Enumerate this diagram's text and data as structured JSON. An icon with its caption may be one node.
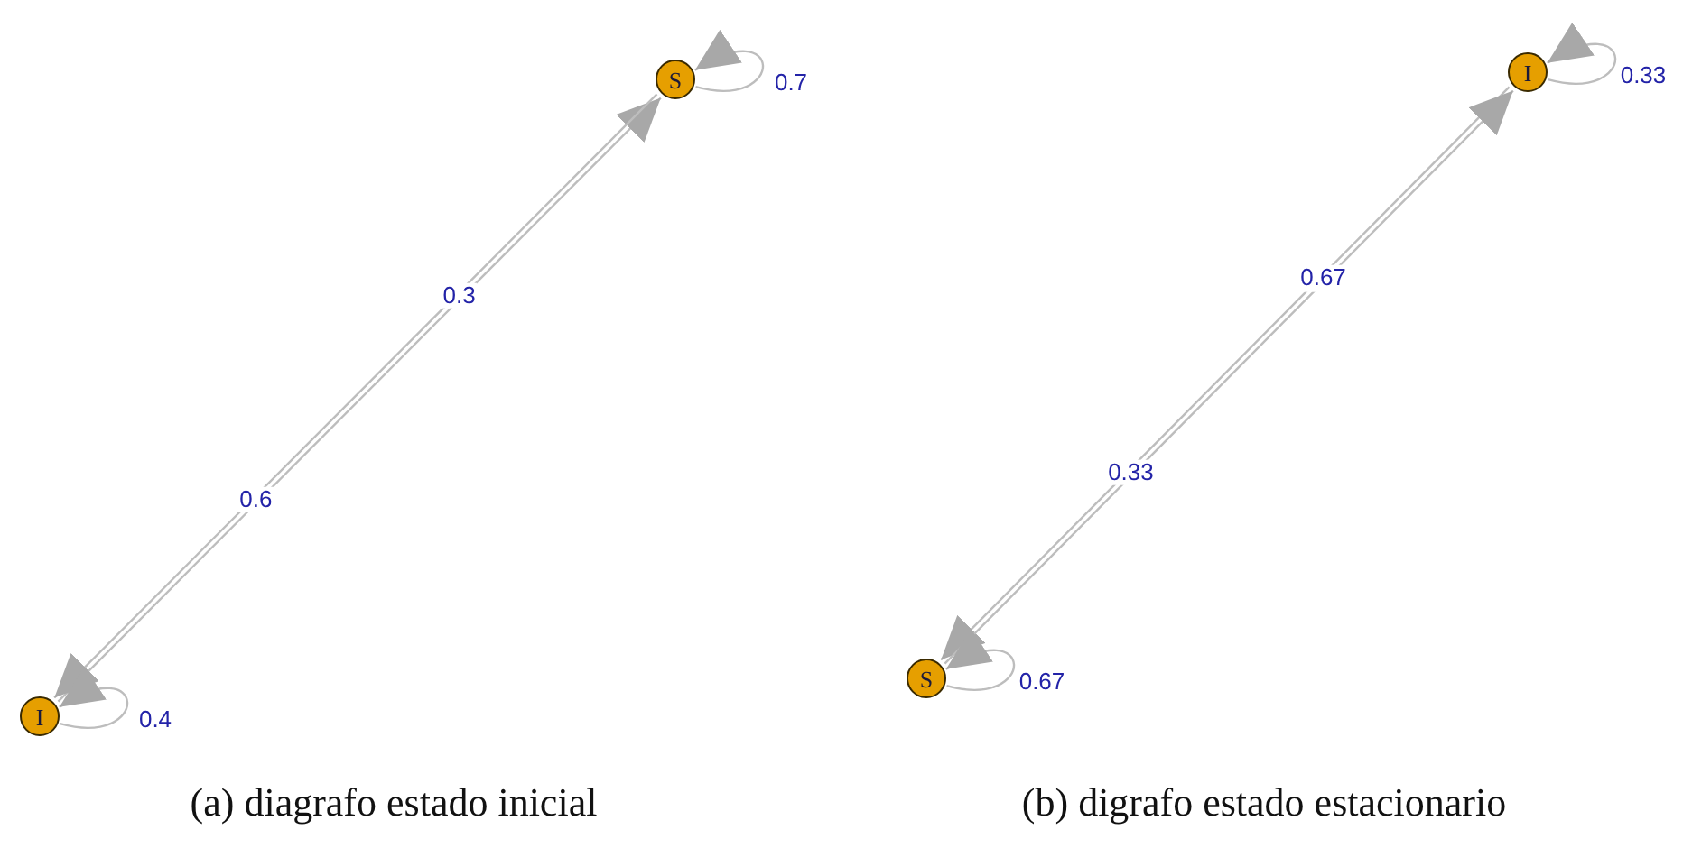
{
  "diagram": {
    "nodes": [
      {
        "text": [
          "S"
        ]
      },
      {
        "text": [
          "I"
        ]
      },
      {
        "text": [
          "I"
        ]
      },
      {
        "text": [
          "S"
        ]
      }
    ],
    "edges": [
      {
        "from": 1,
        "to": 0,
        "arrow": "to",
        "label": "0.6"
      },
      {
        "from": 0,
        "to": 1,
        "arrow": "to",
        "label": "0.3"
      },
      {
        "from": 0,
        "to": 0,
        "arrow": "to",
        "label": "0.7"
      },
      {
        "from": 1,
        "to": 1,
        "arrow": "to",
        "label": "0.4"
      },
      {
        "from": 2,
        "to": 3,
        "arrow": "to",
        "label": "0.67"
      },
      {
        "from": 3,
        "to": 2,
        "arrow": "to",
        "label": "0.33"
      },
      {
        "from": 2,
        "to": 2,
        "arrow": "to",
        "label": "0.33"
      },
      {
        "from": 3,
        "to": 3,
        "arrow": "to",
        "label": "0.67"
      }
    ],
    "labels": [
      "(a) diagrafo estado inicial",
      "(b) digrafo estado estacionario"
    ]
  }
}
